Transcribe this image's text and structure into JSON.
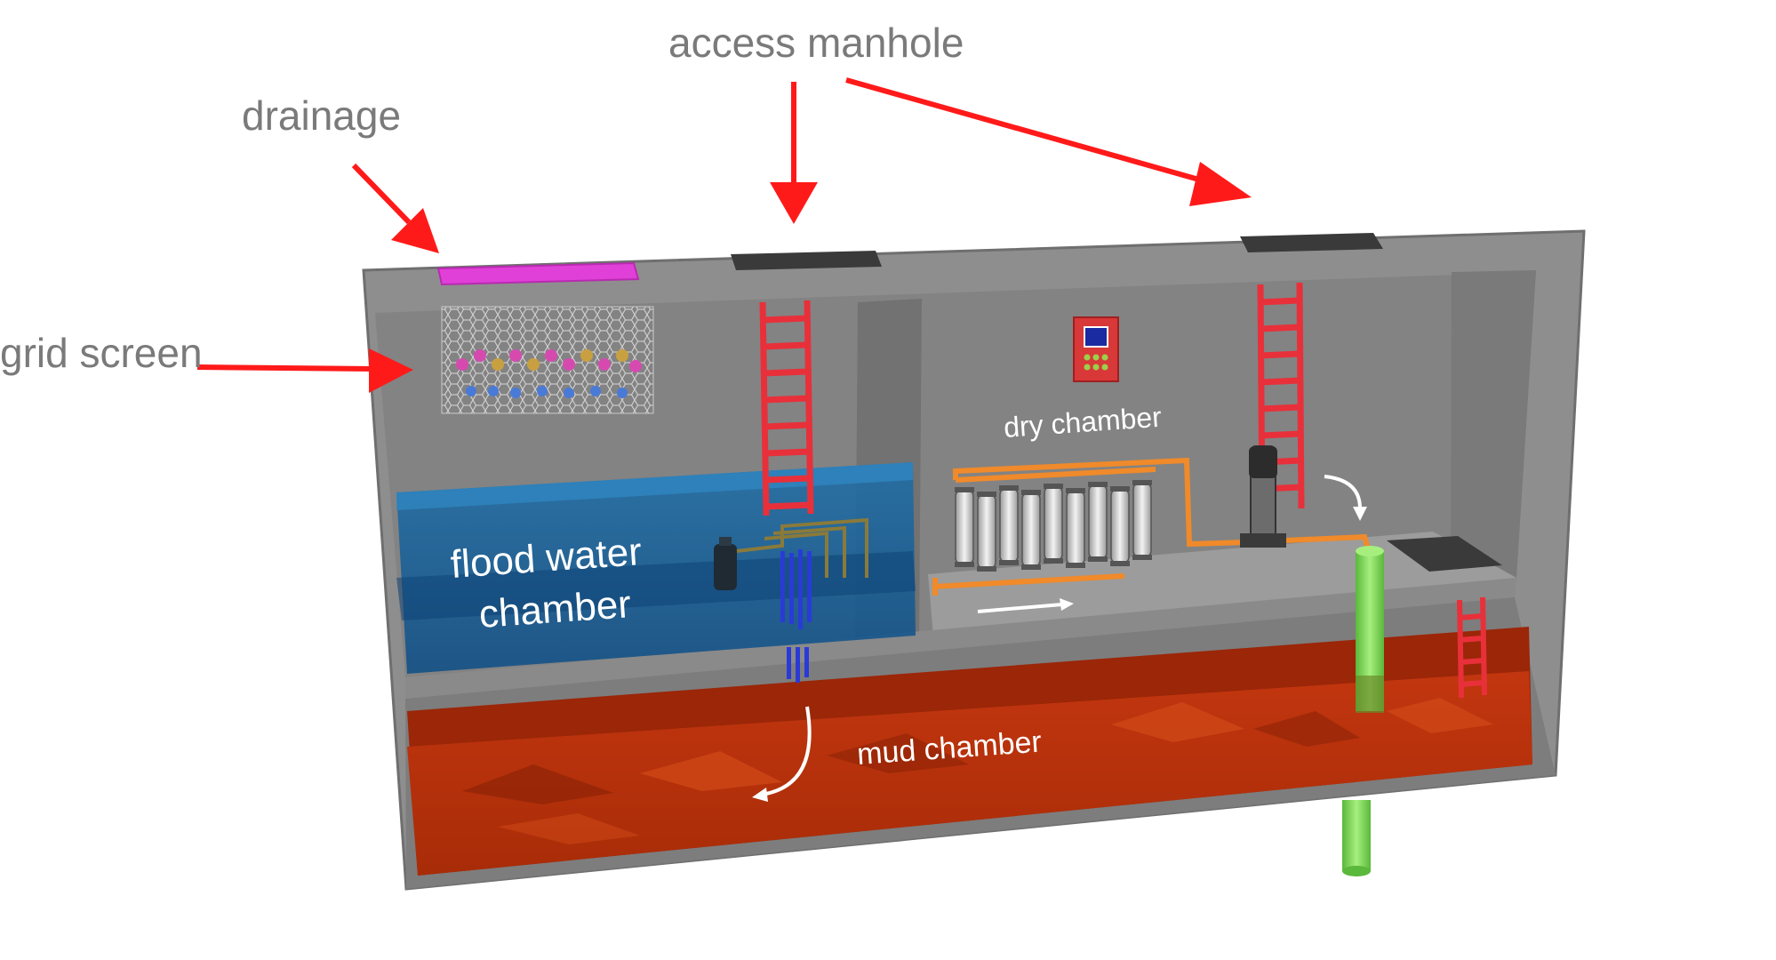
{
  "labels": {
    "access_manhole": "access manhole",
    "drainage": "drainage",
    "grid_screen": "grid screen",
    "flood_water_line1": "flood water",
    "flood_water_line2": "chamber",
    "dry_chamber": "dry chamber",
    "mud_chamber": "mud chamber"
  },
  "colors": {
    "arrow": "#ff1a1a",
    "tank_wall": "#8a8a8a",
    "water": "#1f6fa8",
    "mud": "#b8300c",
    "ladder": "#e8303a",
    "pipe": "#f08a2a",
    "outlet_pipe": "#7ed957",
    "drainage_grate": "#e040d8"
  },
  "icons": {
    "filter_cartridge": "cylinder-filter-icon",
    "pump": "pump-icon",
    "control_panel": "control-panel-icon"
  }
}
